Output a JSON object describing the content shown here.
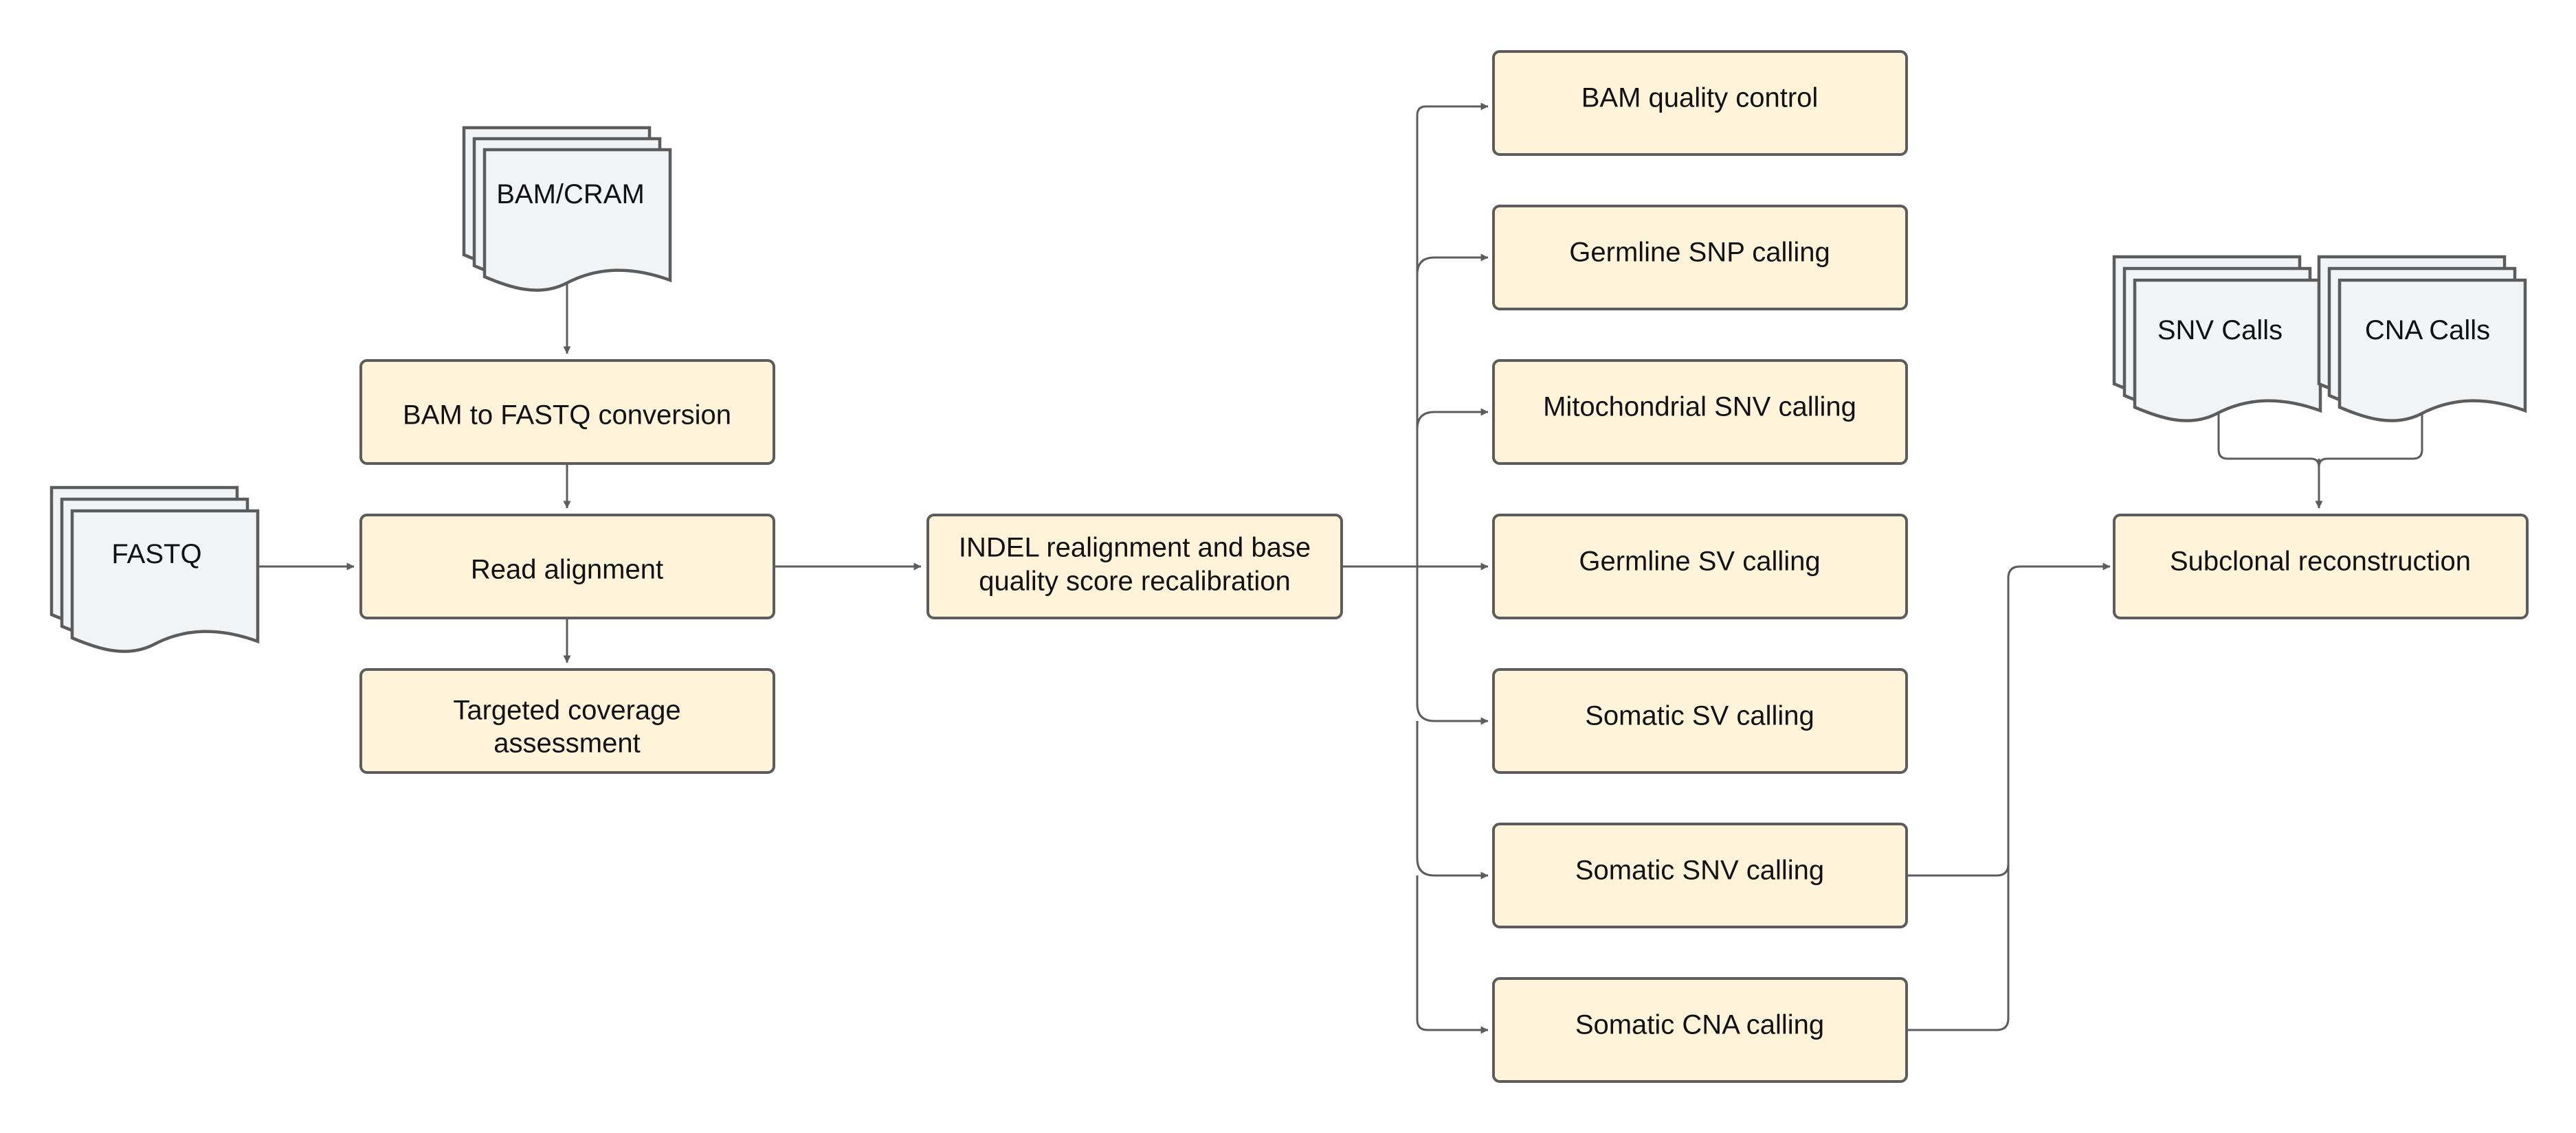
{
  "nodes": {
    "bam_cram": {
      "label": "BAM/CRAM"
    },
    "bam_to_fastq": {
      "label": "BAM to FASTQ conversion"
    },
    "fastq": {
      "label": "FASTQ"
    },
    "read_alignment": {
      "label": "Read alignment"
    },
    "targeted_coverage": {
      "lines": [
        "Targeted coverage",
        "assessment"
      ]
    },
    "indel_realignment": {
      "lines": [
        "INDEL realignment and base",
        "quality score recalibration"
      ]
    },
    "bam_qc": {
      "label": "BAM quality control"
    },
    "germline_snp": {
      "label": "Germline SNP calling"
    },
    "mito_snv": {
      "label": "Mitochondrial SNV calling"
    },
    "germline_sv": {
      "label": "Germline SV calling"
    },
    "somatic_sv": {
      "label": "Somatic SV calling"
    },
    "somatic_snv": {
      "label": "Somatic SNV calling"
    },
    "somatic_cna": {
      "label": "Somatic CNA calling"
    },
    "snv_calls": {
      "label": "SNV Calls"
    },
    "cna_calls": {
      "label": "CNA Calls"
    },
    "subclonal": {
      "label": "Subclonal reconstruction"
    }
  },
  "edges": [
    [
      "bam_cram",
      "bam_to_fastq"
    ],
    [
      "bam_to_fastq",
      "read_alignment"
    ],
    [
      "fastq",
      "read_alignment"
    ],
    [
      "read_alignment",
      "targeted_coverage"
    ],
    [
      "read_alignment",
      "indel_realignment"
    ],
    [
      "indel_realignment",
      "bam_qc"
    ],
    [
      "indel_realignment",
      "germline_snp"
    ],
    [
      "indel_realignment",
      "mito_snv"
    ],
    [
      "indel_realignment",
      "germline_sv"
    ],
    [
      "indel_realignment",
      "somatic_sv"
    ],
    [
      "indel_realignment",
      "somatic_snv"
    ],
    [
      "indel_realignment",
      "somatic_cna"
    ],
    [
      "somatic_snv",
      "subclonal"
    ],
    [
      "somatic_cna",
      "subclonal"
    ],
    [
      "snv_calls",
      "subclonal"
    ],
    [
      "cna_calls",
      "subclonal"
    ]
  ],
  "colors": {
    "process_fill": "#fff3d9",
    "document_fill": "#f2f3f5",
    "stroke": "#5c5c5c"
  }
}
